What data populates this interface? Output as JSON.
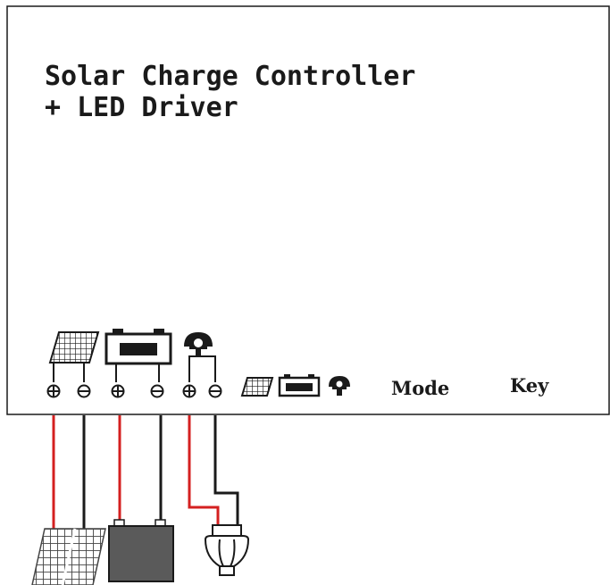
{
  "title": {
    "line1": "Solar Charge Controller",
    "line2": "+ LED Driver"
  },
  "labels": {
    "mode": "Mode",
    "key": "Key"
  },
  "terminals": [
    {
      "group": "solar-panel",
      "polarity": "positive"
    },
    {
      "group": "solar-panel",
      "polarity": "negative"
    },
    {
      "group": "battery",
      "polarity": "positive"
    },
    {
      "group": "battery",
      "polarity": "negative"
    },
    {
      "group": "lamp",
      "polarity": "positive"
    },
    {
      "group": "lamp",
      "polarity": "negative"
    }
  ],
  "icons": {
    "solar": "solar-panel-icon",
    "battery": "battery-icon",
    "lamp": "lamp-icon"
  },
  "colors": {
    "positive_wire": "#d42020",
    "negative_wire": "#1a1a1a",
    "outline": "#1a1a1a",
    "battery_fill": "#5a5a5a"
  }
}
